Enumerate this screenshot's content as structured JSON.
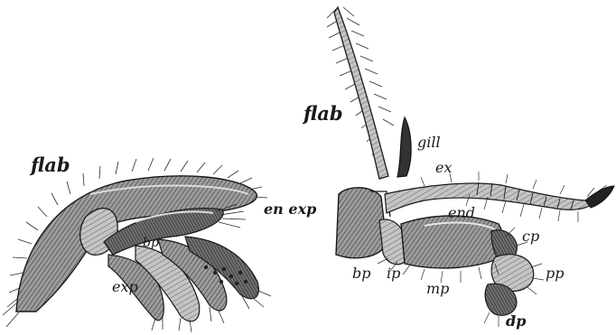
{
  "labels": {
    "left_flab": "flab",
    "left_bp": "bp",
    "left_exp": "exp",
    "en_exp": "en exp",
    "right_flab": "flab",
    "gill": "gill",
    "ex": "ex",
    "end": "end",
    "cp": "cp",
    "bp": "bp",
    "ip": "ip",
    "mp": "mp",
    "pp": "pp",
    "dp": "dp"
  },
  "colors": {
    "ink": "#1a1a1a",
    "shade": "#6e6e6e",
    "light_shade": "#a9a9a9",
    "paper": "#ffffff"
  }
}
